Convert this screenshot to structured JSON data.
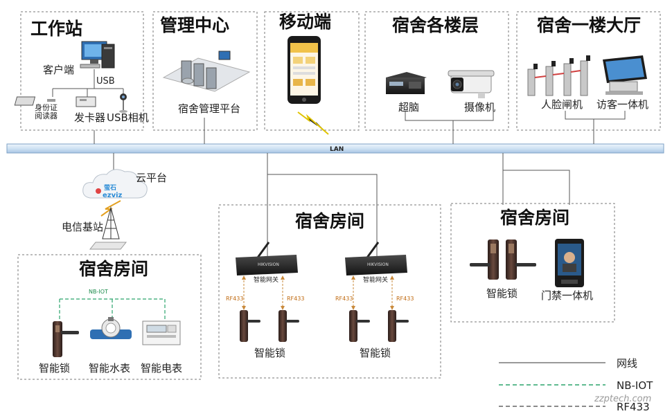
{
  "panels": {
    "workstation": {
      "title": "工作站",
      "client": "客户端",
      "usb": "USB",
      "id_reader": "身份证阅读器",
      "card_issuer": "发卡器",
      "usb_camera": "USB相机"
    },
    "management": {
      "title": "管理中心",
      "platform": "宿舍管理平台"
    },
    "mobile": {
      "title": "移动端"
    },
    "floors": {
      "title": "宿舍各楼层",
      "nvr": "超脑",
      "camera": "摄像机"
    },
    "lobby": {
      "title": "宿舍一楼大厅",
      "face_gate": "人脸闸机",
      "visitor": "访客一体机"
    },
    "cloud": {
      "cloud_platform": "云平台",
      "base_station": "电信基站",
      "cloud_logo": "萤石 ezviz"
    },
    "room_nb": {
      "title": "宿舍房间",
      "nb_label": "NB-IOT",
      "lock": "智能锁",
      "water": "智能水表",
      "meter": "智能电表"
    },
    "room_gw": {
      "title": "宿舍房间",
      "gateway": "智能网关",
      "brand": "HIKVISION",
      "rf": "RF433",
      "lock": "智能锁"
    },
    "room_door": {
      "title": "宿舍房间",
      "lock": "智能锁",
      "door_terminal": "门禁一体机"
    }
  },
  "network": {
    "lan": "LAN"
  },
  "legend": {
    "net": "网线",
    "nbiot": "NB-IOT",
    "rf433": "RF433"
  },
  "watermark": "zzptech.com",
  "colors": {
    "lan_bar": "#d6e6f5",
    "nb_line": "#2aa36b",
    "rf_line": "#c9893a"
  }
}
